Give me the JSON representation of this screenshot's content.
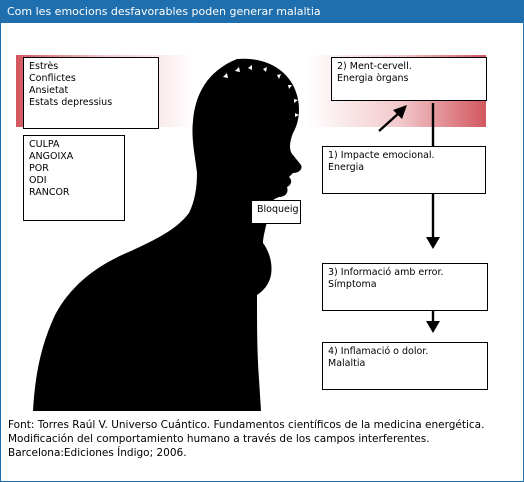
{
  "header": {
    "title": "Com les emocions desfavorables poden generar malaltia"
  },
  "colors": {
    "header_bg": "#1f6fae",
    "band_edge": "#d2575f",
    "band_center": "#ffffff",
    "silhouette": "#000000"
  },
  "boxes": {
    "stressors": [
      "Estrès",
      "Conflictes",
      "Ansietat",
      "Estats depressius"
    ],
    "emotions": [
      "CULPA",
      "ANGOIXA",
      "POR",
      "ODI",
      "RANCOR"
    ],
    "block": "Bloqueig",
    "step2": [
      "2) Ment-cervell.",
      "Energia òrgans"
    ],
    "step1": [
      "1) Impacte emocional.",
      "Energia"
    ],
    "step3": [
      "3) Informació amb error.",
      "Símptoma"
    ],
    "step4": [
      "4) Inflamació o dolor.",
      "Malaltia"
    ]
  },
  "source": [
    "Font: Torres Raúl V. Universo Cuántico. Fundamentos científicos de la medicina energética.",
    "Modificación del comportamiento humano a través de los campos interferentes.",
    "Barcelona:Ediciones Índigo; 2006."
  ]
}
